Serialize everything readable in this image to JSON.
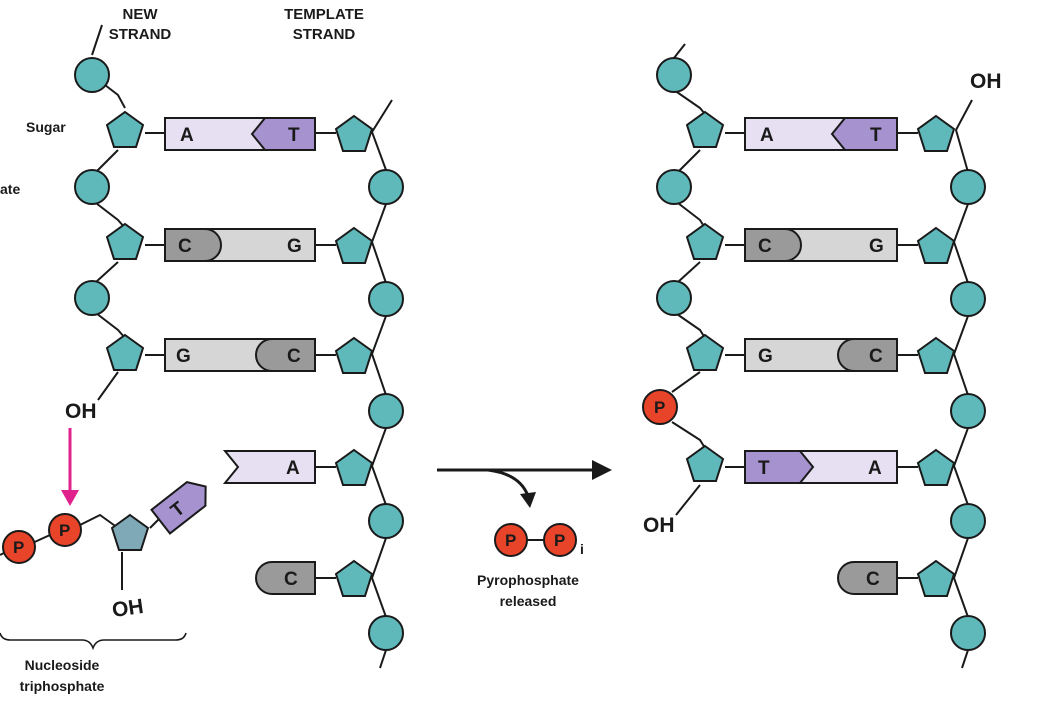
{
  "header": {
    "new_strand": [
      "NEW",
      "STRAND"
    ],
    "template_strand": [
      "TEMPLATE",
      "STRAND"
    ]
  },
  "labels": {
    "sugar": "Sugar",
    "phosphate_cut": "ate",
    "oh": "OH",
    "phosphate": "P",
    "pi_subscript": "i",
    "pyrophosphate": [
      "Pyrophosphate",
      "released"
    ],
    "nucleoside": [
      "Nucleoside",
      "triphosphate"
    ]
  },
  "before": {
    "pairs": [
      {
        "new_base": "A",
        "template_base": "T"
      },
      {
        "new_base": "C",
        "template_base": "G"
      },
      {
        "new_base": "G",
        "template_base": "C"
      }
    ],
    "incoming": {
      "base": "T",
      "pairs_with": "A"
    },
    "unpaired_template_base": "C"
  },
  "after": {
    "pairs": [
      {
        "new_base": "A",
        "template_base": "T"
      },
      {
        "new_base": "C",
        "template_base": "G"
      },
      {
        "new_base": "G",
        "template_base": "C"
      },
      {
        "new_base": "T",
        "template_base": "A"
      }
    ],
    "unpaired_template_base": "C"
  },
  "colors": {
    "sugar_phosphate": "#5fb8ba",
    "outline": "#1a1a1a",
    "phosphate_red": "#e8442a",
    "purine_light": "#e6e0f2",
    "pyrimidine_purple": "#a592cf",
    "gc_dark": "#9a9a9a",
    "gc_light": "#d6d6d6",
    "arrow_magenta": "#e0228c"
  }
}
